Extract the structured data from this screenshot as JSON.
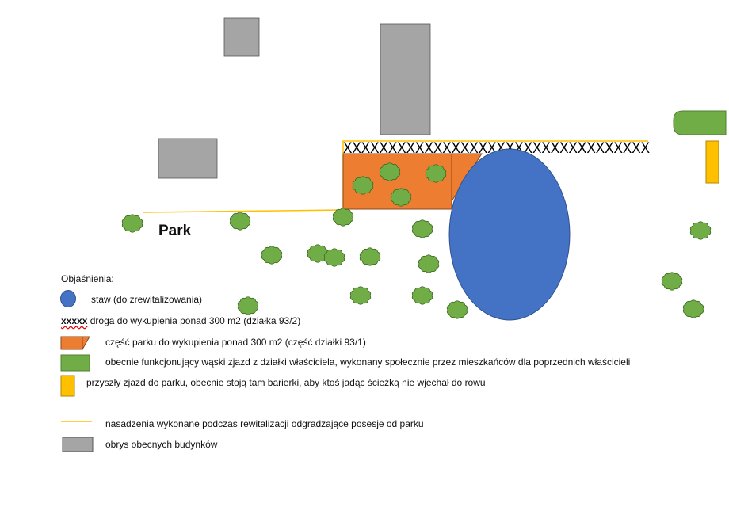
{
  "map": {
    "park_label": "Park",
    "road_marks": "XXXXXXXXXXXXXXXXXXXXXXXXXXXXXXXXXX"
  },
  "legend": {
    "title": "Objaśnienia:",
    "items": [
      {
        "symbol": "blue-ellipse",
        "text": "staw (do zrewitalizowania)"
      },
      {
        "symbol": "xxxxx",
        "text": "droga do wykupienia ponad 300 m2 (działka 93/2)"
      },
      {
        "symbol": "orange-shape",
        "text": "część parku do wykupienia ponad 300 m2 (część działki 93/1)"
      },
      {
        "symbol": "green-rect",
        "text": "obecnie funkcjonujący wąski zjazd z działki właściciela, wykonany społecznie przez mieszkańców dla poprzednich właścicieli"
      },
      {
        "symbol": "yellow-rect",
        "text": "przyszły zjazd do parku, obecnie stoją tam barierki, aby ktoś jadąc ścieżką nie wjechał do rowu"
      },
      {
        "symbol": "yellow-line",
        "text": "nasadzenia wykonane podczas rewitalizacji odgradzające posesje od parku"
      },
      {
        "symbol": "gray-rect",
        "text": "obrys obecnych budynków"
      }
    ]
  },
  "colors": {
    "pond": "#4472c4",
    "orange": "#ed7d31",
    "green": "#70ad47",
    "yellow": "#ffc000",
    "gray": "#a5a5a5"
  }
}
